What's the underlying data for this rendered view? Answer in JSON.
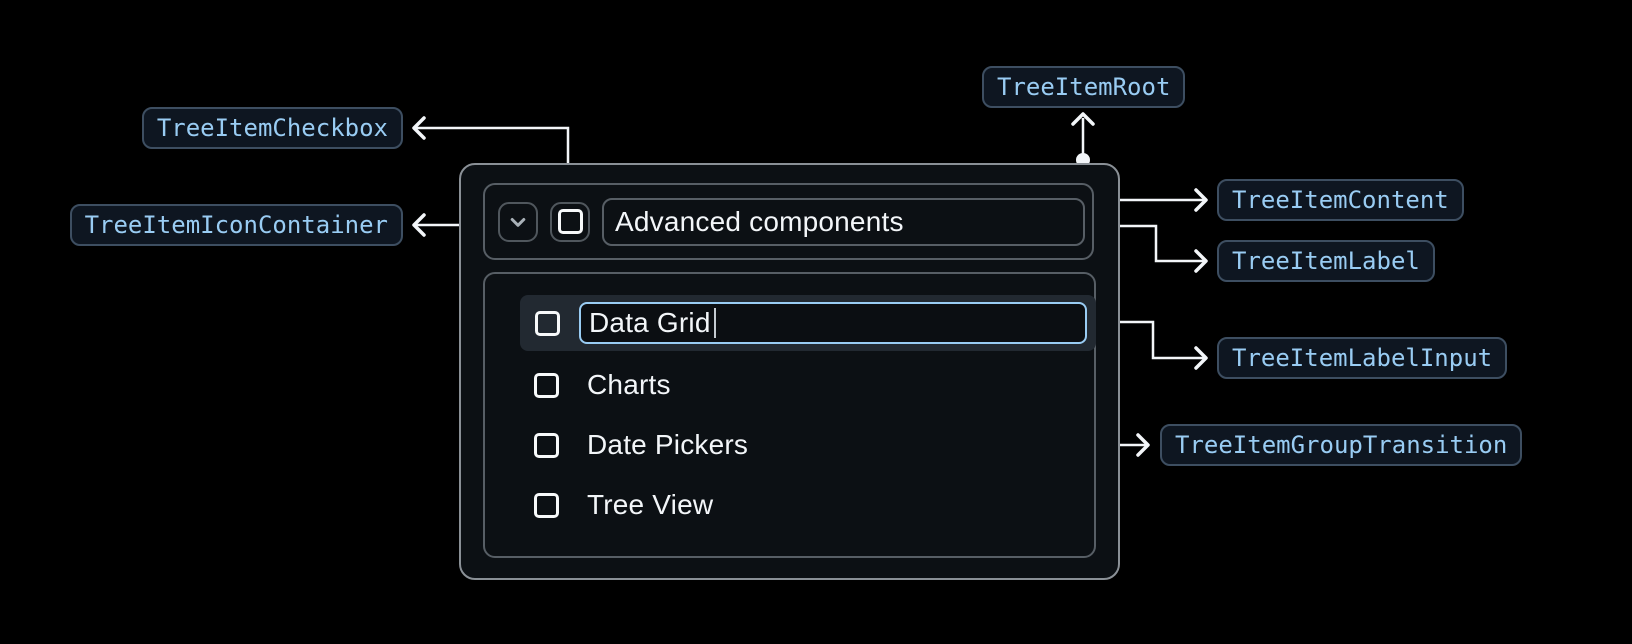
{
  "colors": {
    "pageBg": "#000000",
    "panelBg": "#0c1014",
    "rootBorder": "#8a9096",
    "innerBorder": "#575e65",
    "iconBorder": "#50575d",
    "rowBg": "#222931",
    "inputBorder": "#99ccf3",
    "inputBg": "#0b0e12",
    "checkbox": "#f7f9fa",
    "text": "#f3f6f9",
    "badgeBg": "#0e1621",
    "badgeBorder": "#3d4e61",
    "badgeText": "#99ccf3",
    "connector": "#f3f6f9",
    "chevron": "#a9b1b8",
    "caret": "#c4cad1"
  },
  "badges": {
    "root": "TreeItemRoot",
    "checkbox": "TreeItemCheckbox",
    "iconContainer": "TreeItemIconContainer",
    "content": "TreeItemContent",
    "label": "TreeItemLabel",
    "labelInput": "TreeItemLabelInput",
    "groupTransition": "TreeItemGroupTransition"
  },
  "tree": {
    "parent": {
      "label": "Advanced components",
      "expanded": true,
      "checked": false
    },
    "children": [
      {
        "label": "Data Grid",
        "checked": false,
        "editing": true
      },
      {
        "label": "Charts",
        "checked": false
      },
      {
        "label": "Date Pickers",
        "checked": false
      },
      {
        "label": "Tree View",
        "checked": false
      }
    ]
  },
  "icons": {
    "expand": "chevron-down-icon",
    "itemCheckbox": "checkbox-unchecked-icon"
  }
}
